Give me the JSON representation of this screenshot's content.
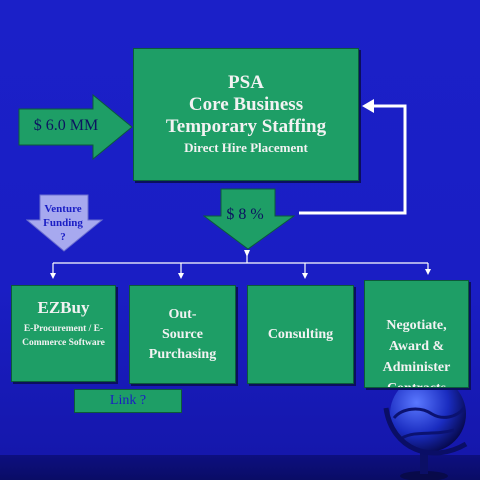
{
  "psa_box": {
    "line1": "PSA",
    "line2": "Core Business",
    "line3": "Temporary Staffing",
    "line4": "Direct Hire Placement"
  },
  "investment_arrow": {
    "label": "$ 6.0 MM"
  },
  "percent_arrow": {
    "label": "$ 8 %"
  },
  "venture": {
    "line1": "Venture",
    "line2": "Funding",
    "line3": "?"
  },
  "boxes": {
    "ezbuy": {
      "title": "EZBuy",
      "subtitle_1": "E-Procurement / E-",
      "subtitle_2": "Commerce Software"
    },
    "outsource": {
      "line1": "Out-",
      "line2": "Source",
      "line3": "Purchasing"
    },
    "consulting": {
      "label": "Consulting"
    },
    "negotiate": {
      "line1": "Negotiate,",
      "line2": "Award &",
      "line3": "Administer",
      "line4": "Contracts"
    }
  },
  "link_box": {
    "label": "Link ?"
  },
  "colors": {
    "background": "#1b20c8",
    "box_fill": "#1e9e66",
    "arrow_fill": "#1e9e66",
    "venture_fill": "#a7a9ef",
    "connector": "#ffffff"
  }
}
